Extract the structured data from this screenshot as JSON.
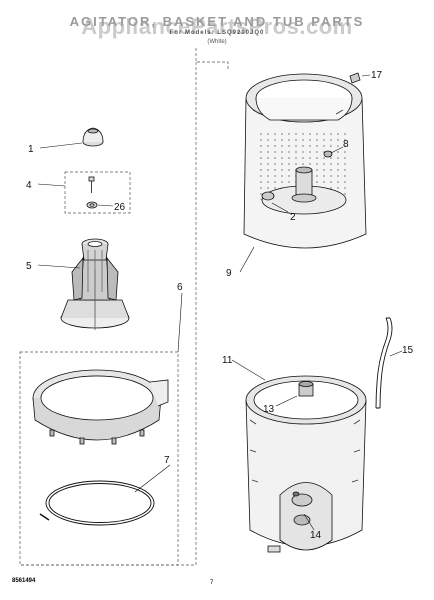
{
  "header": {
    "title": "AGITATOR, BASKET AND TUB PARTS",
    "subtitle": "For Models: LSQ9200JQ0",
    "variant": "(White)",
    "watermark": "AppliancePartsPros.com"
  },
  "callouts": [
    "1",
    "4",
    "26",
    "5",
    "6",
    "7",
    "9",
    "2",
    "8",
    "17",
    "11",
    "13",
    "15",
    "14"
  ],
  "footer": {
    "diagram_code": "8561494",
    "page_number": "7"
  }
}
